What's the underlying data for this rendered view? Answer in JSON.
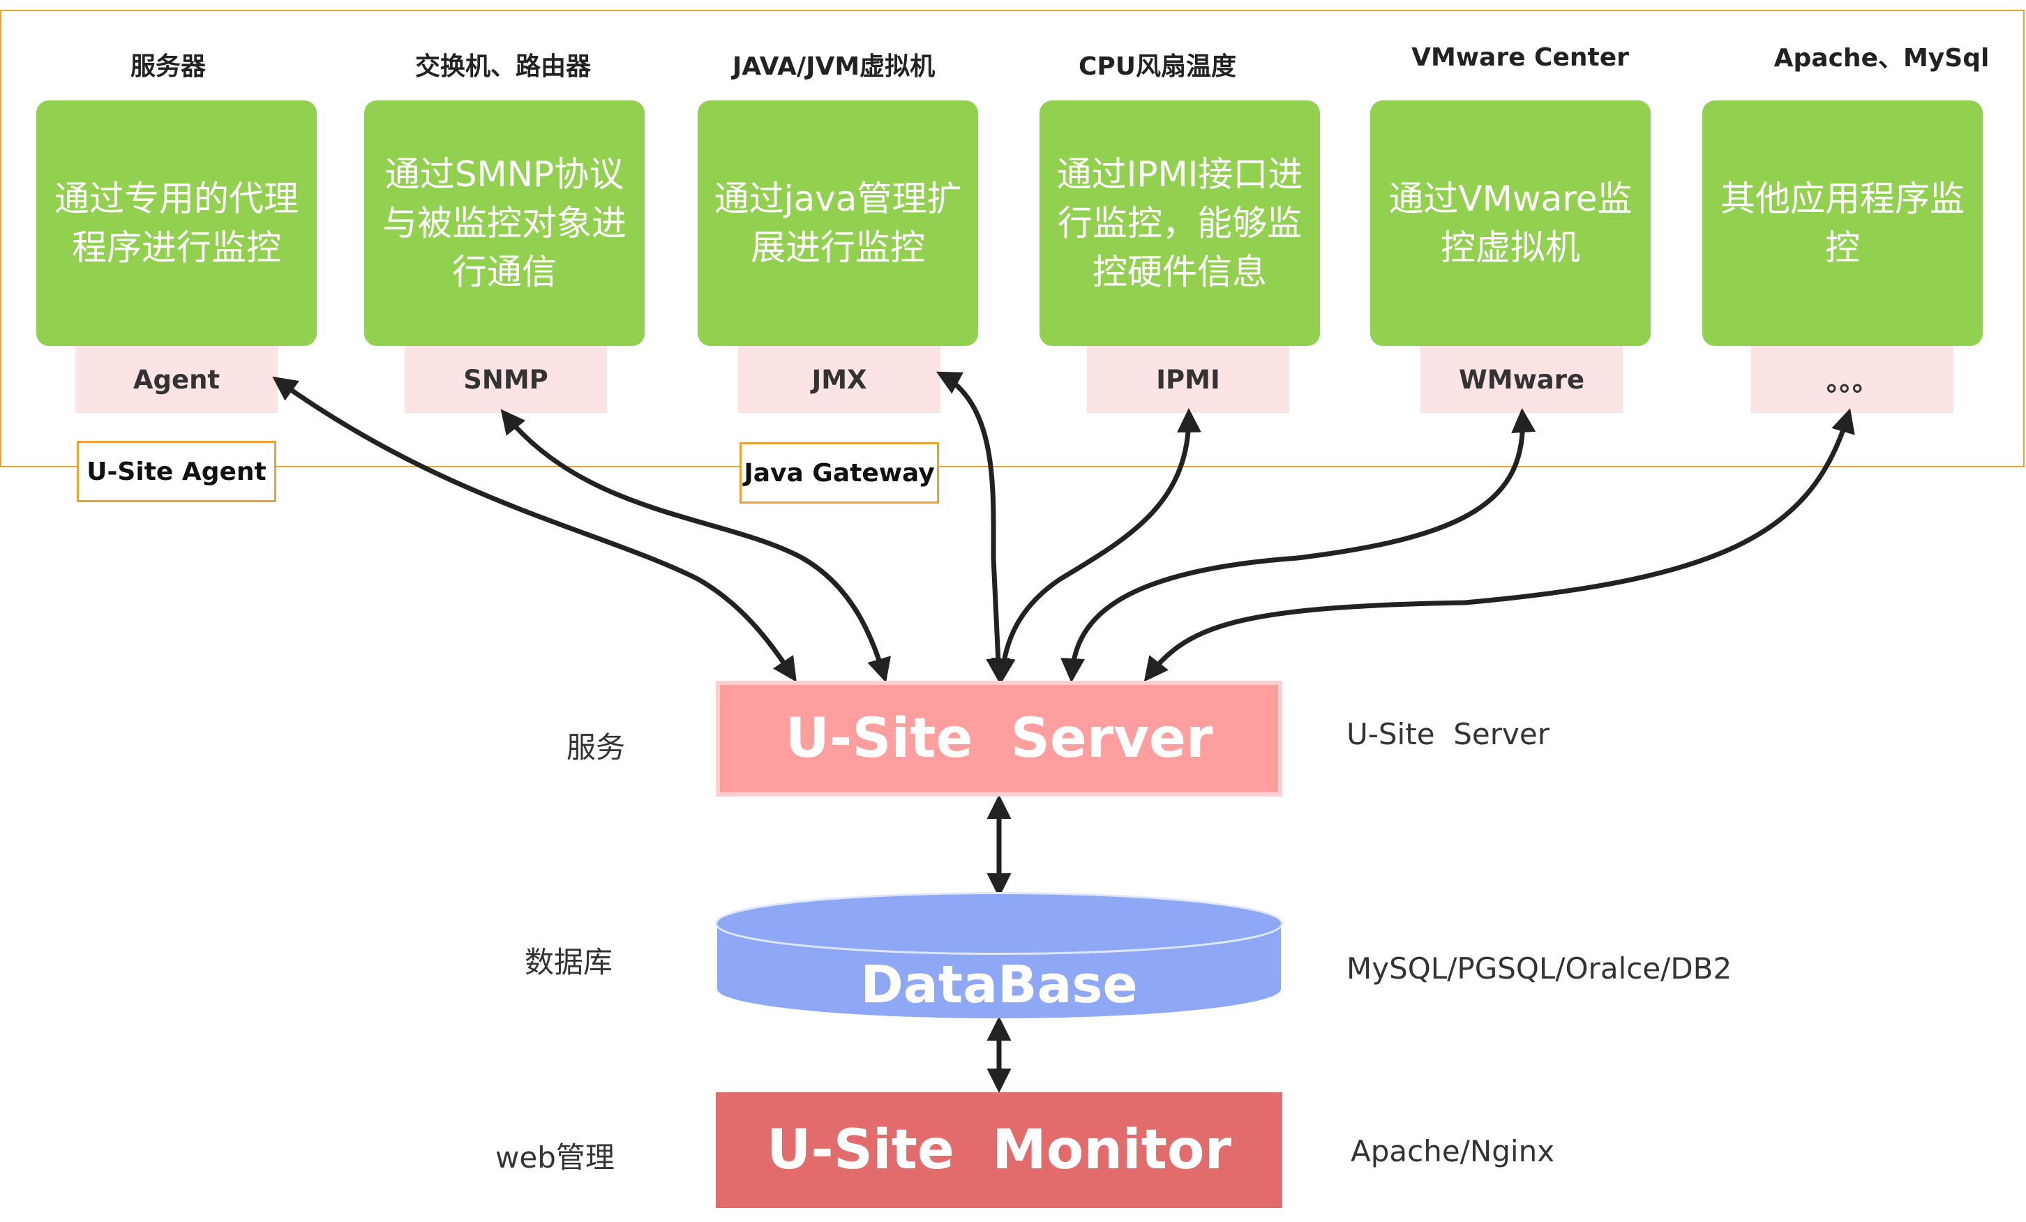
{
  "monitors": [
    {
      "title": "服务器",
      "description": "通过专用的代理程序进行监控",
      "tag": "Agent"
    },
    {
      "title": "交换机、路由器",
      "description": "通过SMNP协议与被监控对象进行通信",
      "tag": "SNMP"
    },
    {
      "title": "JAVA/JVM虚拟机",
      "description": "通过java管理扩展进行监控",
      "tag": "JMX"
    },
    {
      "title": "CPU风扇温度",
      "description": "通过IPMI接口进行监控，能够监控硬件信息",
      "tag": "IPMI"
    },
    {
      "title": "VMware Center",
      "description": "通过VMware监控虚拟机",
      "tag": "WMware"
    },
    {
      "title": "Apache、MySql",
      "description": "其他应用程序监控",
      "tag": "。。。"
    }
  ],
  "gateways": {
    "agent": "U-Site Agent",
    "java": "Java Gateway"
  },
  "server": {
    "label": "U-Site  Server",
    "layer": "服务",
    "tech": "U-Site  Server"
  },
  "database": {
    "label": "DataBase",
    "layer": "数据库",
    "tech": "MySQL/PGSQL/Oralce/DB2"
  },
  "monitor": {
    "label": "U-Site  Monitor",
    "layer": "web管理",
    "tech": "Apache/Nginx"
  },
  "colors": {
    "green": "#92d050",
    "tag": "#fce4e4",
    "server": "#ff9e9e",
    "database": "#8fa8f5",
    "monitor": "#e26b6b",
    "frame": "#f0a030"
  }
}
